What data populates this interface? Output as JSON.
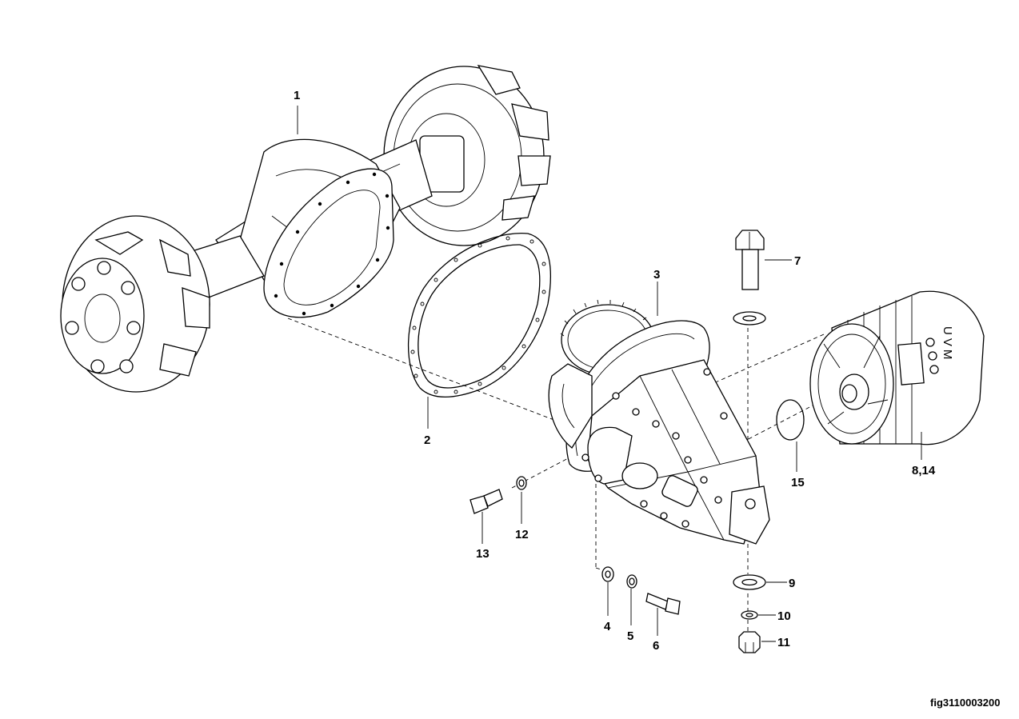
{
  "callouts": {
    "c1": "1",
    "c2": "2",
    "c3": "3",
    "c4": "4",
    "c5": "5",
    "c6": "6",
    "c7": "7",
    "c8_14": "8,14",
    "c9": "9",
    "c10": "10",
    "c11": "11",
    "c12": "12",
    "c13": "13",
    "c15": "15"
  },
  "figure_id": "fig3110003200",
  "motor_badge": "UVM"
}
